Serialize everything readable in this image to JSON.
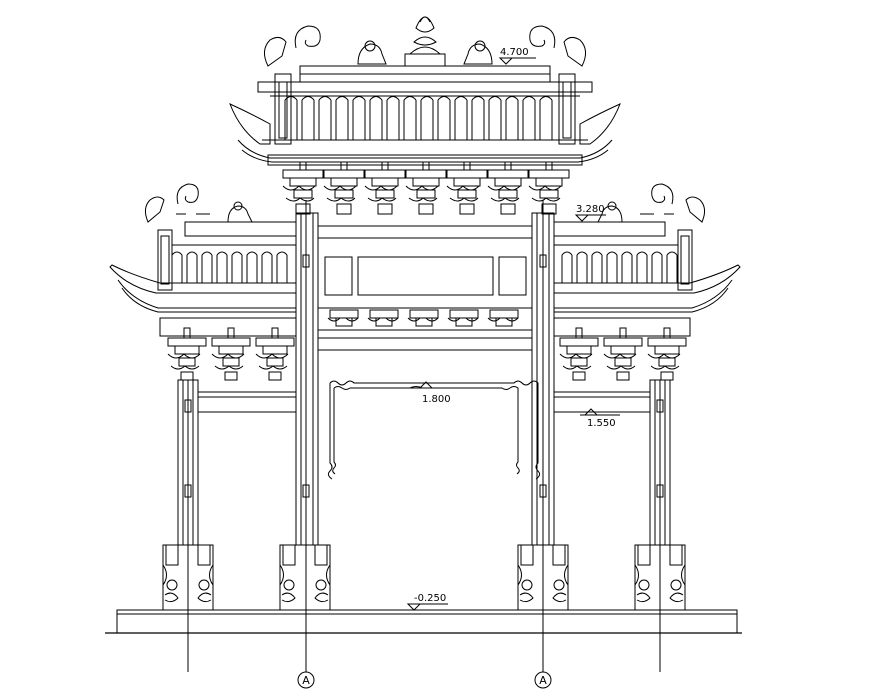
{
  "drawing": {
    "elevations": [
      "4.700",
      "3.280",
      "1.800",
      "1.550",
      "-0.250"
    ],
    "axis_label_left": "A",
    "axis_label_right": "A"
  }
}
